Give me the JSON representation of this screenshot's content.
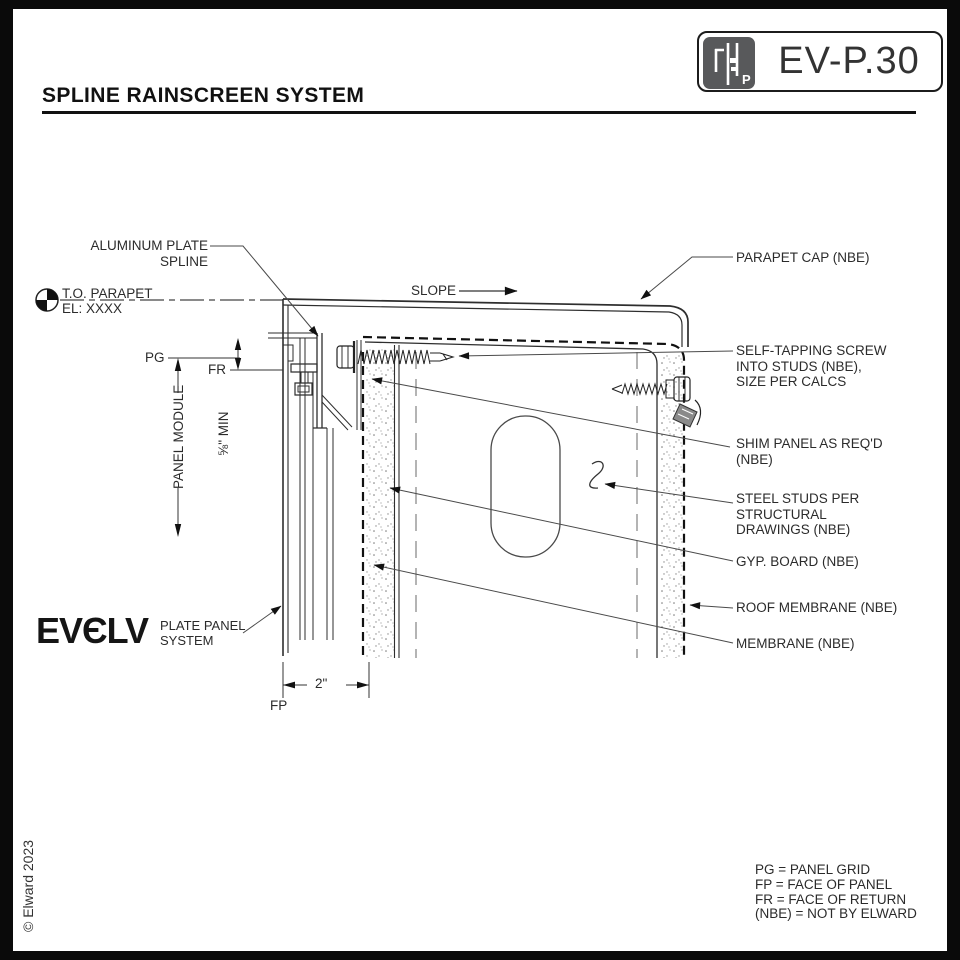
{
  "header": {
    "title": "SPLINE RAINSCREEN SYSTEM"
  },
  "title_block": {
    "drawing_number": "EV-P.30",
    "icon_letter": "P"
  },
  "datum": {
    "label": "T.O. PARAPET",
    "elevation": "EL: XXXX"
  },
  "drawing": {
    "slope_label": "SLOPE",
    "labels": {
      "aluminum_plate_spline": "ALUMINUM PLATE\nSPLINE",
      "parapet_cap": "PARAPET CAP (NBE)",
      "self_tapping_screw": "SELF-TAPPING SCREW\nINTO STUDS (NBE),\nSIZE PER CALCS",
      "shim_panel": "SHIM PANEL AS REQ'D\n(NBE)",
      "steel_studs": "STEEL STUDS PER\nSTRUCTURAL\nDRAWINGS (NBE)",
      "gyp_board": "GYP. BOARD (NBE)",
      "roof_membrane": "ROOF MEMBRANE (NBE)",
      "membrane": "MEMBRANE (NBE)"
    },
    "dimensions": {
      "panel_module": "PANEL MODULE",
      "min_clearance": "⅝\" MIN",
      "depth": "2\"",
      "pg": "PG",
      "fr": "FR",
      "fp": "FP"
    }
  },
  "logo": {
    "name": "EVЄLV",
    "tagline": "PLATE PANEL\nSYSTEM"
  },
  "legend": {
    "items": [
      "PG = PANEL GRID",
      "FP = FACE OF PANEL",
      "FR = FACE OF RETURN",
      "(NBE) = NOT BY ELWARD"
    ]
  },
  "footer": {
    "copyright": "© Elward 2023"
  },
  "colors": {
    "line": "#333333",
    "paper": "#ffffff",
    "border": "#0a0a0a",
    "icon_bg": "#58595b"
  }
}
